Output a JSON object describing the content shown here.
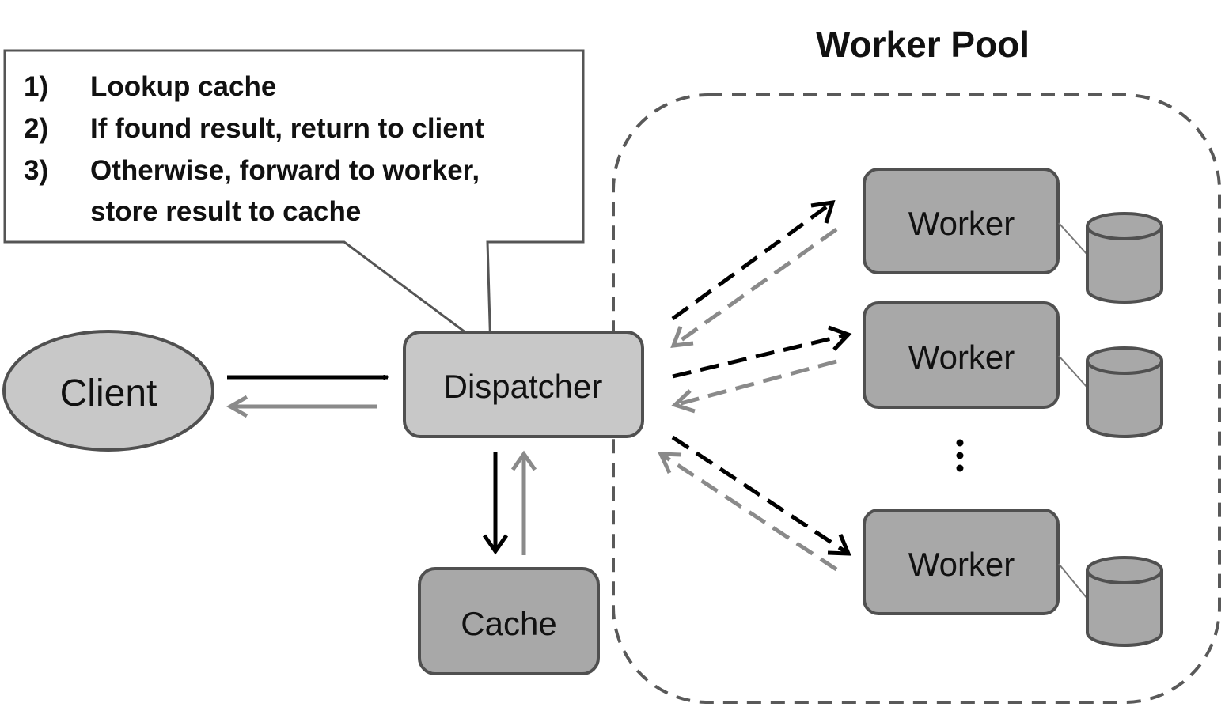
{
  "title": "Worker Pool",
  "callout": {
    "steps": [
      {
        "num": "1)",
        "text": "Lookup cache"
      },
      {
        "num": "2)",
        "text": "If found result, return to client"
      },
      {
        "num": "3)",
        "text": "Otherwise, forward to worker,"
      }
    ],
    "continuation": "store result to cache"
  },
  "nodes": {
    "client": "Client",
    "dispatcher": "Dispatcher",
    "cache": "Cache",
    "workers": [
      "Worker",
      "Worker",
      "Worker"
    ],
    "ellipsis": "⋮"
  },
  "colors": {
    "request_arrow": "#000000",
    "response_arrow": "#8a8a8a",
    "light_box": "#c8c8c8",
    "dark_box": "#a8a8a8",
    "border": "#505050",
    "pool_border": "#595959"
  }
}
